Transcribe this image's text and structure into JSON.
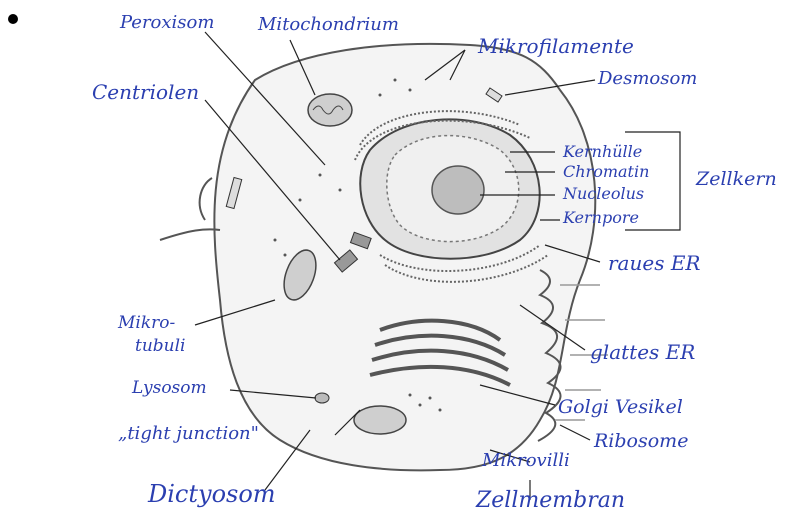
{
  "labels": {
    "peroxisom": "Peroxisom",
    "mitochondrium": "Mitochondrium",
    "mikrofilamente": "Mikrofilamente",
    "centriolen": "Centriolen",
    "desmosom": "Desmosom",
    "kernhuelle": "Kernhülle",
    "chromatin": "Chromatin",
    "nucleolus": "Nucleolus",
    "kernpore": "Kernpore",
    "zellkern": "Zellkern",
    "raues_er": "raues ER",
    "mikrotubuli_1": "Mikro-",
    "mikrotubuli_2": "tubuli",
    "glattes_er": "glattes ER",
    "lysosom": "Lysosom",
    "golgi_vesikel": "Golgi Vesikel",
    "tight_junction": "„tight junction\"",
    "ribosome": "Ribosome",
    "mikrovilli": "Mikrovilli",
    "dictyosom": "Dictyosom",
    "zellmembran": "Zellmembran"
  },
  "colors": {
    "ink": "#2b3fb0",
    "line": "#222222",
    "gray": "#8a8a8a"
  }
}
